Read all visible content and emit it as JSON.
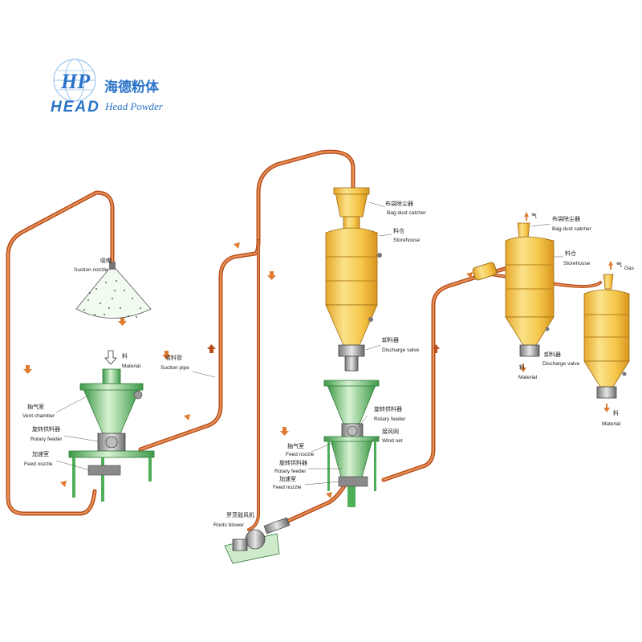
{
  "logo": {
    "mark": "HP",
    "wordmark": "HEAD",
    "name_cn": "海德粉体",
    "name_en": "Head Powder"
  },
  "labels": {
    "suction_nozzle_cn": "吸嘴",
    "suction_nozzle_en": "Suction nozzle",
    "material_cn_1": "料",
    "material_en_1": "Material",
    "suction_pipe_cn": "吸料管",
    "suction_pipe_en": "Suction pipe",
    "vent_chamber_cn": "抽气室",
    "vent_chamber_en": "Vent chamber",
    "rotary_feeder_cn_1": "旋转供料器",
    "rotary_feeder_en_1": "Rotary feeder",
    "feed_nozzle_cn_1": "加速室",
    "feed_nozzle_en_1": "Feed nozzle",
    "bag_dust_catcher_cn_1": "布袋除尘器",
    "bag_dust_catcher_en_1": "Bag dust catcher",
    "storehouse_cn_1": "料仓",
    "storehouse_en_1": "Storehouse",
    "discharge_valve_cn_1": "卸料器",
    "discharge_valve_en_1": "Discharge valve",
    "rotary_feeder_cn_2": "旋转供料器",
    "rotary_feeder_en_2": "Rotary feeder",
    "wind_net_cn": "接风网",
    "wind_net_en": "Wind net",
    "vent_chamber_cn_2": "抽气室",
    "feed_nozzle_en_2": "Feed nozzle",
    "rotary_feeder_cn_3": "旋转供料器",
    "rotary_feeder_en_3": "Rotary feeder",
    "feed_nozzle_cn_3": "加速室",
    "feed_nozzle_en_3": "Feed nozzle",
    "roots_blower_cn": "罗茨鼓风机",
    "roots_blower_en": "Roots blower",
    "gas_cn_1": "气",
    "bag_dust_catcher_cn_2": "布袋除尘器",
    "bag_dust_catcher_en_2": "Bag dust catcher",
    "storehouse_cn_2": "料仓",
    "storehouse_en_2": "Storehouse",
    "gas_cn_2": "气",
    "gas_en_2": "Gas",
    "material_cn_2": "料",
    "material_en_2": "Material",
    "discharge_valve_cn_2": "卸料器",
    "discharge_valve_en_2": "Discharge valve",
    "material_cn_3": "料",
    "material_en_3": "Material"
  },
  "colors": {
    "pipe": "#b8501e",
    "pipe_inner": "#e8935a",
    "silo_yellow": "#f7d25c",
    "silo_shade": "#e2a92a",
    "machine_green": "#4fae5a",
    "machine_green_light": "#c9ecc4",
    "logo_blue": "#2a73c8",
    "arrow_orange": "#e07b33"
  }
}
